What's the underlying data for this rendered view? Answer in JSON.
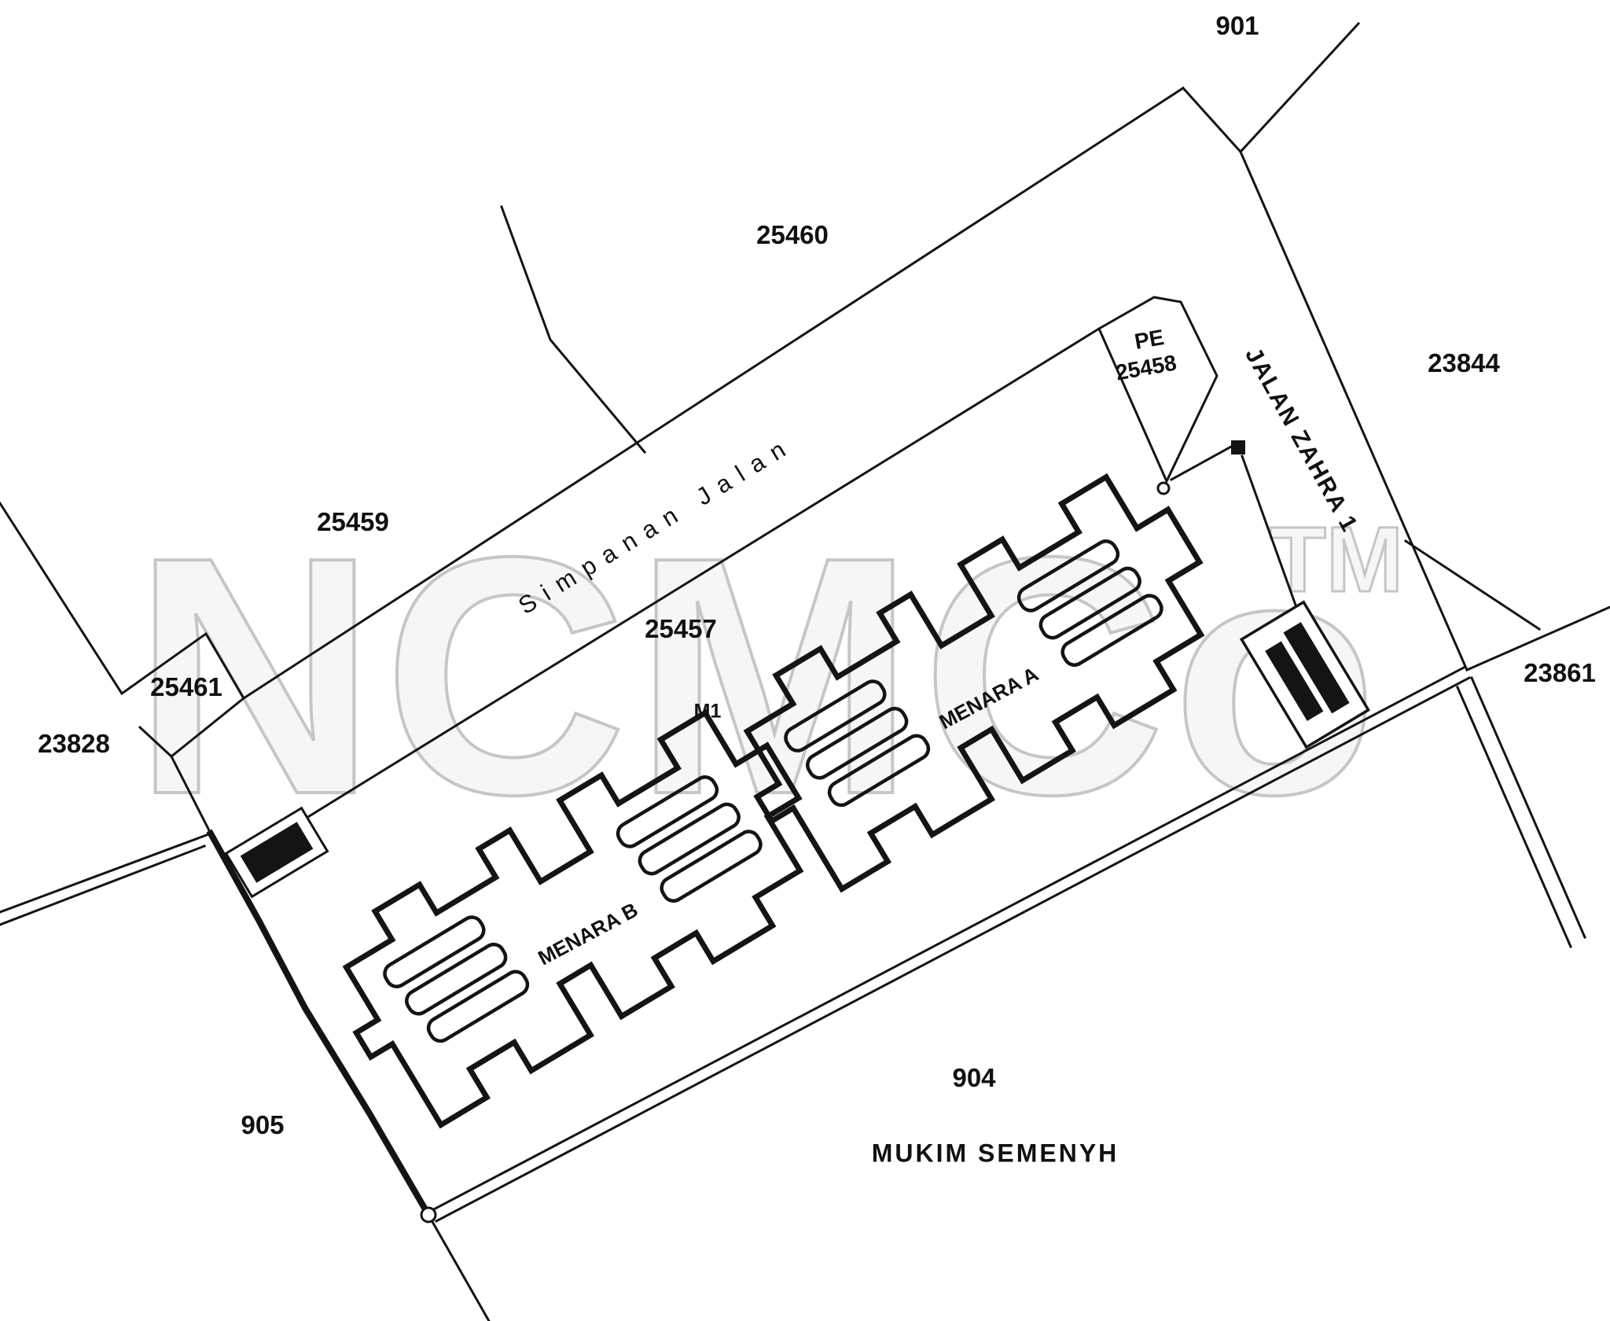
{
  "watermark": {
    "text": "NCMCo",
    "tm": "TM"
  },
  "roads": {
    "simpanan_jalan": "Simpanan Jalan",
    "jalan_zahra": "JALAN ZAHRA 1"
  },
  "region": {
    "mukim": "MUKIM SEMENYH"
  },
  "pe_marker": {
    "line1": "PE",
    "line2": "25458"
  },
  "buildings": {
    "menara_a": "MENARA A",
    "menara_b": "MENARA B"
  },
  "misc": {
    "m1": "M1"
  },
  "lots": {
    "l901": "901",
    "l25460": "25460",
    "l23844": "23844",
    "l25459": "25459",
    "l25457": "25457",
    "l25461": "25461",
    "l23828": "23828",
    "l23861": "23861",
    "l905": "905",
    "l904": "904"
  },
  "colors": {
    "line": "#141414",
    "label": "#111111",
    "watermark": "#c6c6c6",
    "background": "#ffffff"
  }
}
